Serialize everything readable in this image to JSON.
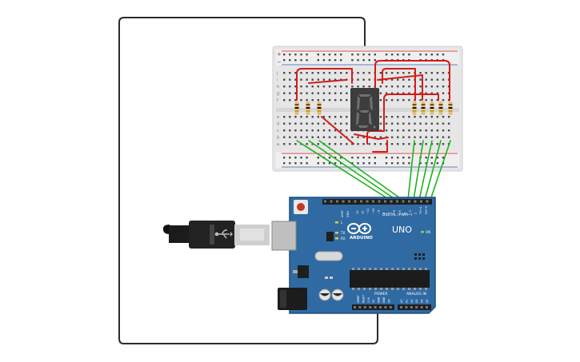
{
  "colors": {
    "background": "#ffffff",
    "board_blue": "#2f6aa3",
    "board_blue_dark": "#1f4e7d",
    "breadboard": "#e9e9e9",
    "red_wire": "#d71a1a",
    "green_wire": "#1db31d",
    "black_wire": "#2b2b2b",
    "segment_display": "#3a3a3a",
    "segment_off": "#6e6e6e"
  },
  "arduino": {
    "brand": "ARDUINO",
    "model": "UNO",
    "digital_label": "DIGITAL (PWM~)",
    "power_label": "POWER",
    "analog_label": "ANALOG IN",
    "on_label": "ON",
    "l_label": "L",
    "tx_label": "TX",
    "rx_label": "RX",
    "aref_label": "AREF",
    "gnd_label": "GND",
    "digital_pins": [
      "13",
      "12",
      "~11",
      "~10",
      "~9",
      "8",
      "7",
      "~6",
      "~5",
      "4",
      "~3",
      "2",
      "TX→1",
      "RX←0"
    ],
    "power_pins": [
      "IOREF",
      "RESET",
      "3.3V",
      "5V",
      "GND",
      "GND",
      "Vin"
    ],
    "analog_pins": [
      "A0",
      "A1",
      "A2",
      "A3",
      "A4",
      "A5"
    ]
  },
  "breadboard": {
    "row_letters": [
      "a",
      "b",
      "c",
      "d",
      "e",
      "f",
      "g",
      "h",
      "i",
      "j"
    ],
    "rail_plus": "+",
    "rail_minus": "−"
  },
  "display": {
    "digit": "8"
  },
  "icons": {
    "usb": "usb-icon",
    "reset": "reset-button-icon"
  }
}
